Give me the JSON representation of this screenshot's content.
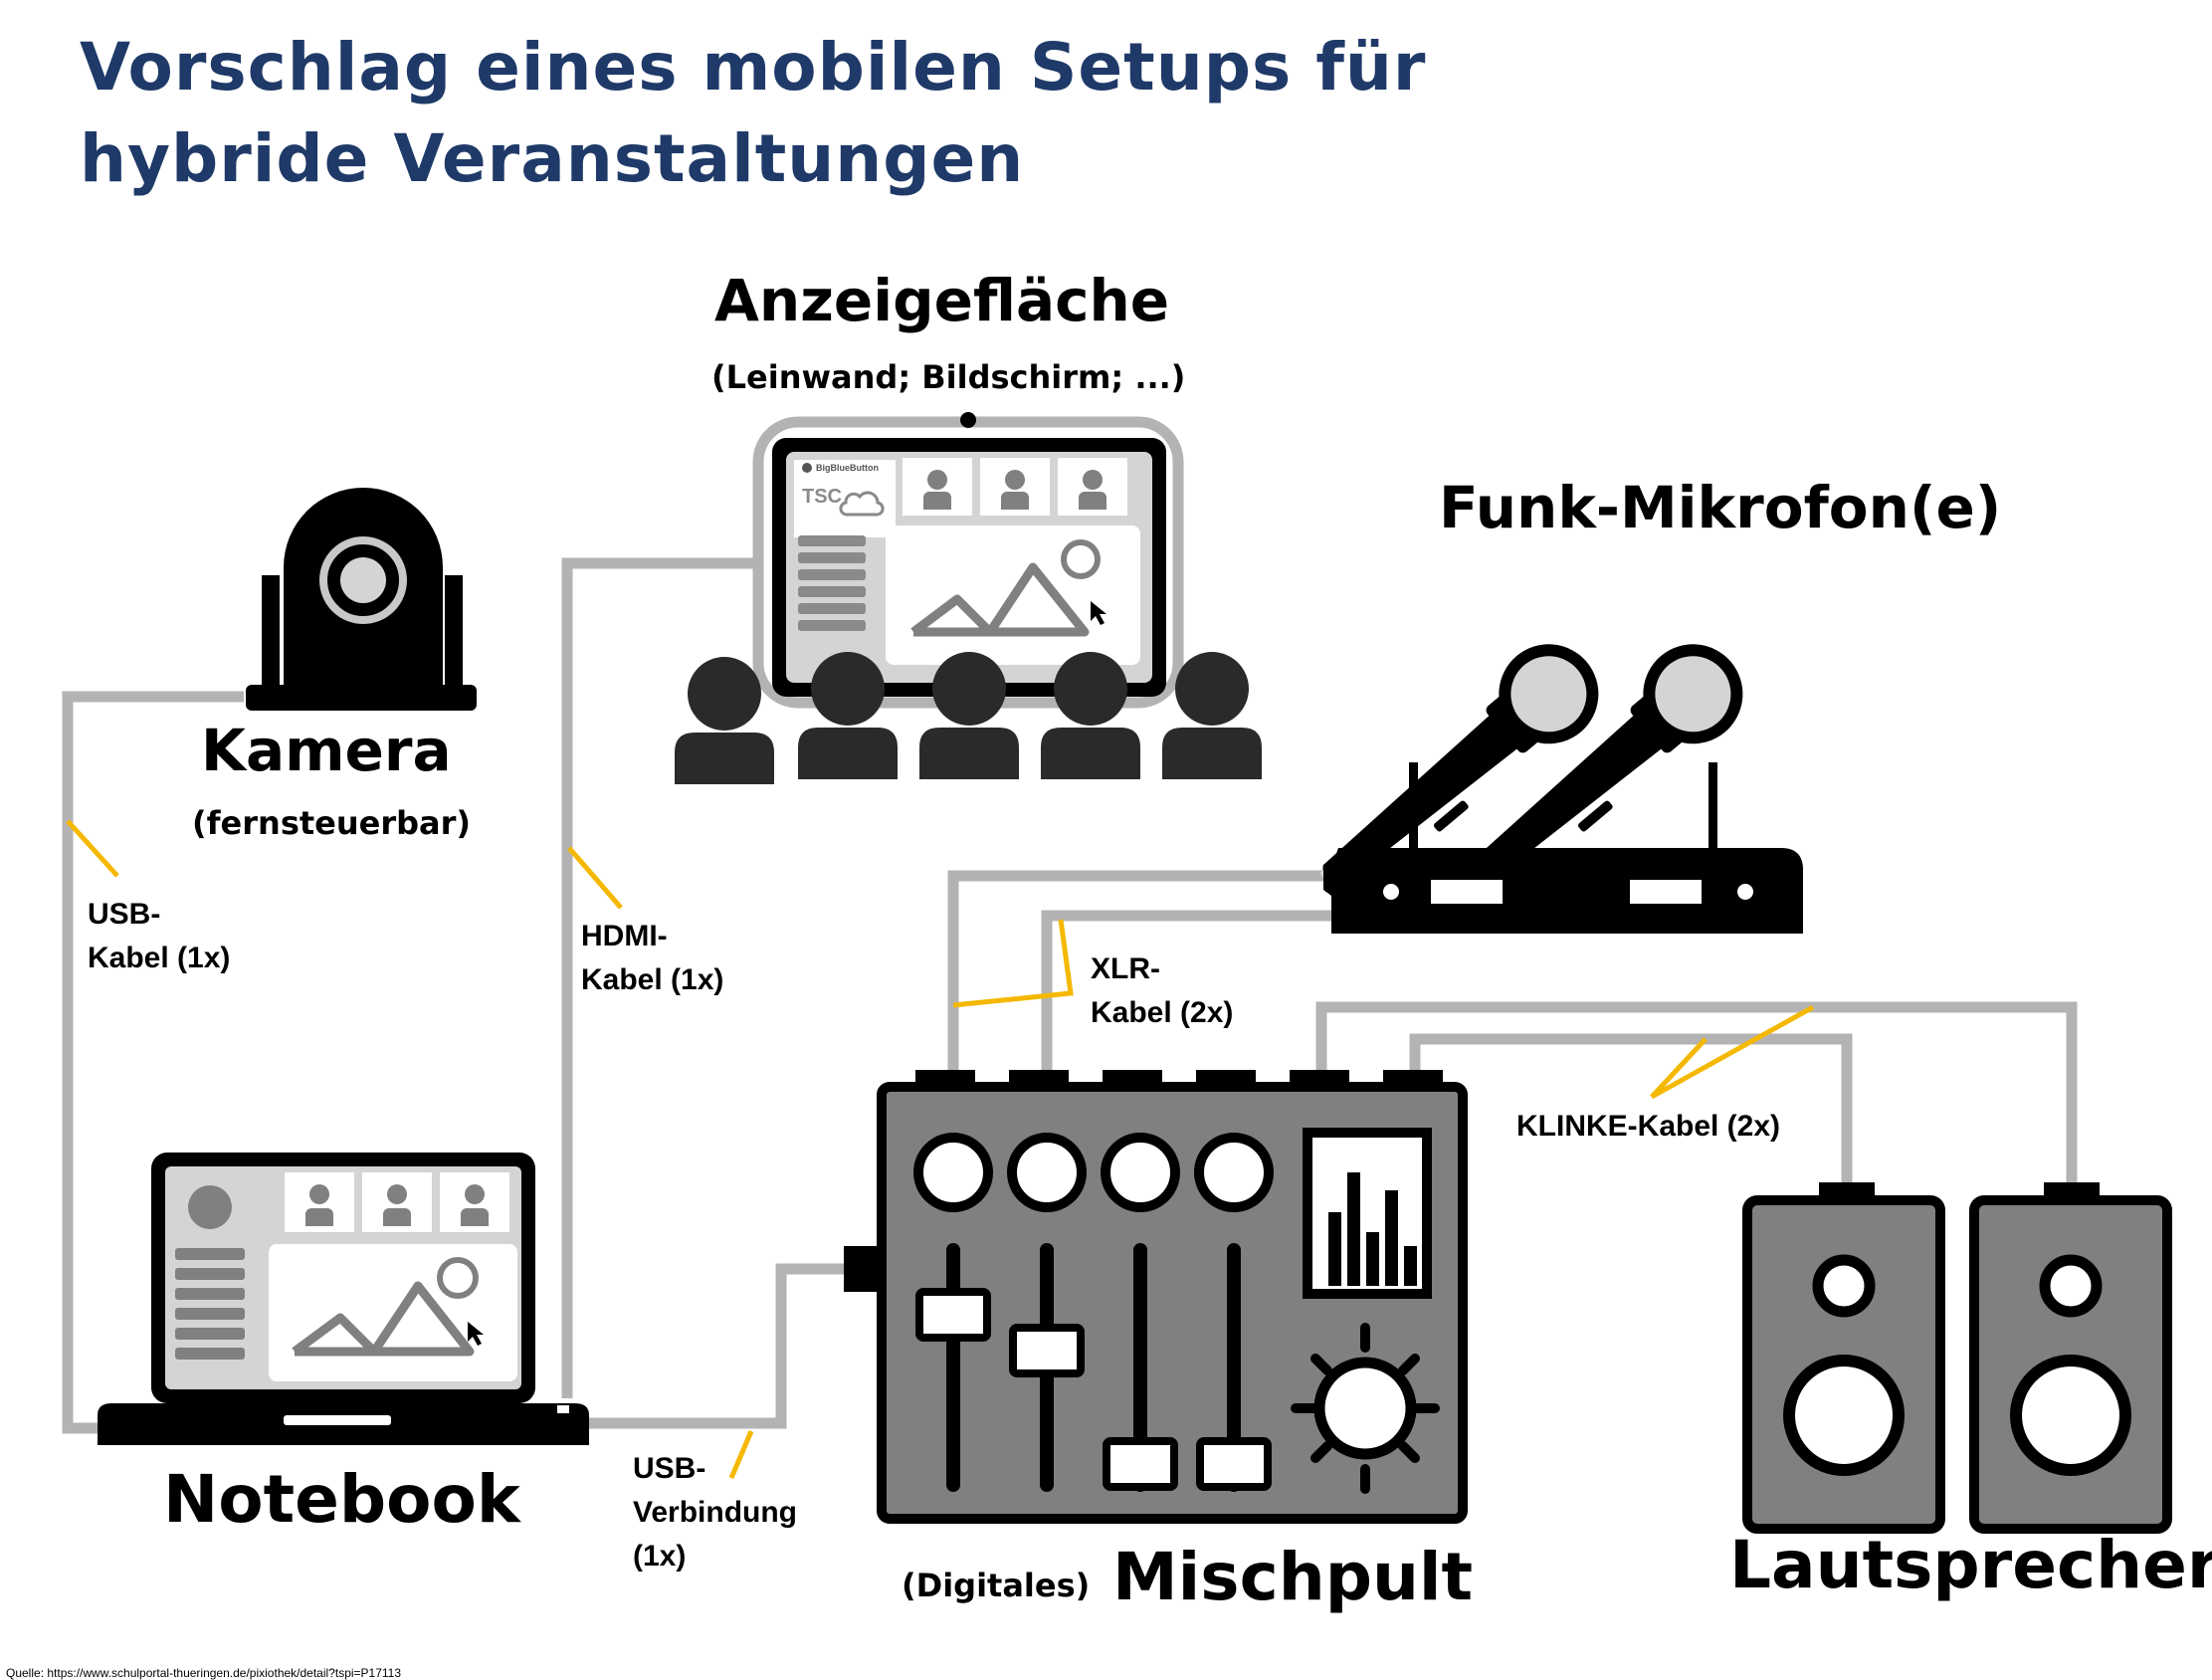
{
  "title": {
    "line1": "Vorschlag eines mobilen Setups für",
    "line2": "hybride Veranstaltungen"
  },
  "devices": {
    "camera": {
      "label": "Kamera",
      "sublabel": "(fernsteuerbar)"
    },
    "display": {
      "label": "Anzeigefläche",
      "sublabel": "(Leinwand; Bildschirm; ...)",
      "app_name": "BigBlueButton",
      "app_logo": "TSC"
    },
    "microphones": {
      "label": "Funk-Mikrofon(e)"
    },
    "notebook": {
      "label": "Notebook"
    },
    "mixer": {
      "label": "Mischpult",
      "prefix": "(Digitales)"
    },
    "speakers": {
      "label": "Lautsprecher"
    }
  },
  "cables": {
    "usb_camera": {
      "line1": "USB-",
      "line2": "Kabel (1x)"
    },
    "hdmi": {
      "line1": "HDMI-",
      "line2": "Kabel (1x)"
    },
    "xlr": {
      "line1": "XLR-",
      "line2": "Kabel (2x)"
    },
    "klinke": {
      "line1": "KLINKE-Kabel (2x)"
    },
    "usb_mixer": {
      "line1": "USB-",
      "line2": "Verbindung",
      "line3": "(1x)"
    }
  },
  "source": "Quelle: https://www.schulportal-thueringen.de/pixiothek/detail?tspi=P17113",
  "colors": {
    "title": "#1f3a68",
    "cable": "#b3b3b3",
    "cable_marker": "#f5b800",
    "device_dark": "#000000",
    "device_gray": "#808080",
    "device_light": "#d4d4d4"
  }
}
